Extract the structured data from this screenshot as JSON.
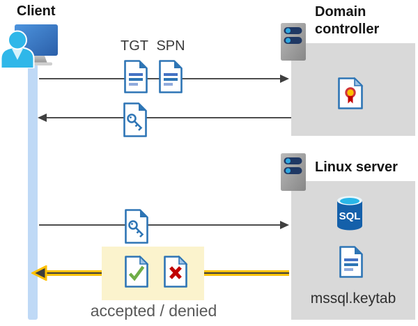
{
  "client": {
    "label": "Client"
  },
  "domain_controller": {
    "title": "Domain controller"
  },
  "linux_server": {
    "title": "Linux server",
    "sql_badge": "SQL",
    "keytab_label": "mssql.keytab"
  },
  "flow": {
    "tgt_label": "TGT",
    "spn_label": "SPN",
    "result_label": "accepted / denied"
  },
  "colors": {
    "doc_blue": "#2E75B5",
    "fold_light": "#9DC3E6",
    "box_gray": "#D9D9D9",
    "arrow_gray": "#4D4D4D",
    "highlight_yellow": "#FBF3CD",
    "arrow_yellow": "#FFC000",
    "check_green": "#6FAD47",
    "cross_red": "#C00000",
    "lifeline_blue": "#BFD9F6",
    "sql_blue": "#1460AA",
    "person_cyan": "#2FB7E9",
    "pill_navy": "#1F3864"
  }
}
